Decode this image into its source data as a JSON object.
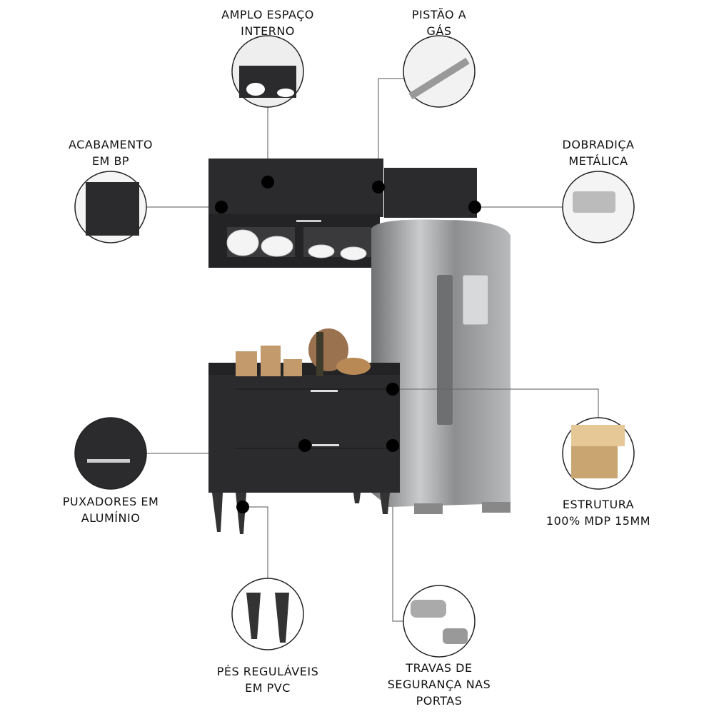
{
  "features": {
    "interior": {
      "line1": "AMPLO ESPAÇO",
      "line2": "INTERNO"
    },
    "piston": {
      "line1": "PISTÃO A",
      "line2": "GÁS"
    },
    "finish": {
      "line1": "ACABAMENTO",
      "line2": "EM BP"
    },
    "hinge": {
      "line1": "DOBRADIÇA",
      "line2": "METÁLICA"
    },
    "handles": {
      "line1": "PUXADORES EM",
      "line2": "ALUMÍNIO"
    },
    "structure": {
      "line1": "ESTRUTURA",
      "line2": "100% MDP 15MM"
    },
    "feet": {
      "line1": "PÉS REGULÁVEIS",
      "line2": "EM PVC"
    },
    "locks": {
      "line1": "TRAVAS DE",
      "line2": "SEGURANÇA NAS",
      "line3": "PORTAS"
    }
  },
  "colors": {
    "cabinet": "#2b2b2d",
    "steel": "#9a9c9f",
    "line": "#555555",
    "dot": "#000000"
  }
}
